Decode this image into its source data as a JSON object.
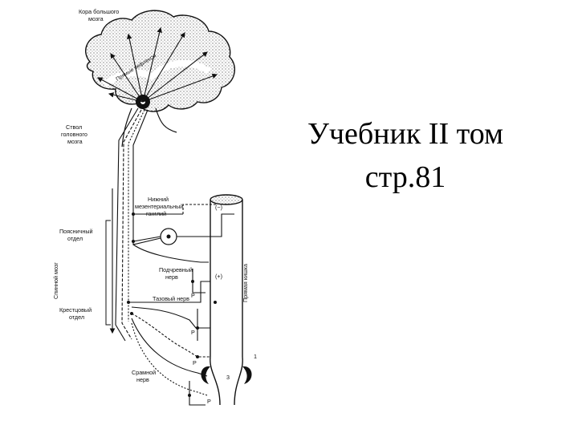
{
  "slide": {
    "caption": {
      "line1": "Учебник II том",
      "line2": "стр.81"
    }
  },
  "diagram": {
    "labels": {
      "cortex": [
        "Кора большого",
        "мозга"
      ],
      "reflex_path": "Прямые рефлексы",
      "brainstem": [
        "Ствол",
        "головного",
        "мозга"
      ],
      "ganglion": [
        "Нижний",
        "мезентериальный",
        "ганглий"
      ],
      "lumbar": [
        "Поясничный",
        "отдел"
      ],
      "spinal_cord": "Спинной мозг",
      "hypogastric": [
        "Подчревный",
        "нерв"
      ],
      "pelvic": "Тазовый нерв",
      "sacral": [
        "Крестцовый",
        "отдел"
      ],
      "rectum": "Прямая кишка",
      "pudendal": [
        "Срамной",
        "нерв"
      ],
      "minus": "(−)",
      "plus": "(+)",
      "p": "P",
      "one": "1",
      "three": "3"
    }
  }
}
